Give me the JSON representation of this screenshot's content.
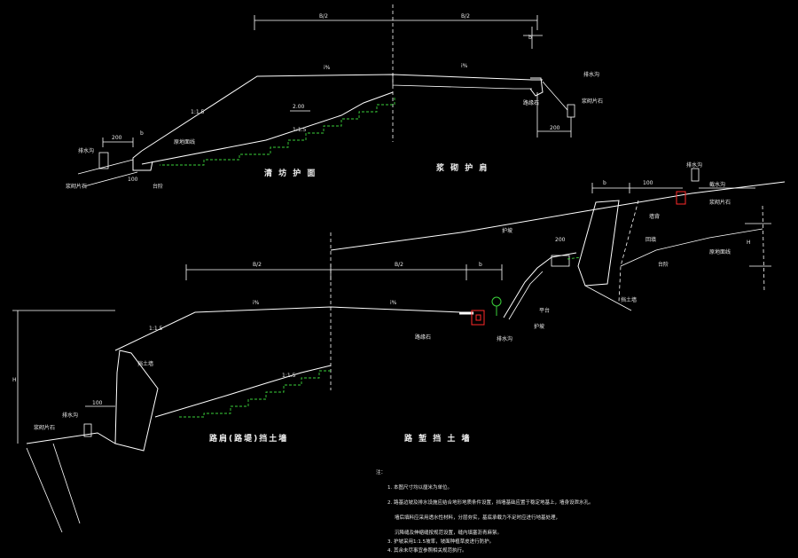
{
  "captions": {
    "top_left": "清 坊 护 面",
    "top_right": "浆 砌 护 肩",
    "bottom_left": "路肩(路堤)挡土墙",
    "bottom_right": "路 堑 挡 土 墙"
  },
  "dimensions": {
    "half_width_a": "B/2",
    "half_width_b": "B/2",
    "slope_pct_a": "i%",
    "slope_pct_b": "i%",
    "ratio_15": "1:1.5",
    "step": "2.00",
    "b": "b",
    "width_200": "200",
    "width_100": "100"
  },
  "labels": {
    "drain": "排水沟",
    "masonry": "浆砌片石",
    "wall": "挡土墙",
    "curb": "路缘石",
    "backfill": "回填",
    "bench": "台阶",
    "intercept": "截水沟",
    "slope_protect": "护坡",
    "ground_line": "原地面线",
    "wall_back": "墙背",
    "platform": "平台",
    "h_total": "H",
    "tree": "绿化"
  },
  "notes": {
    "heading": "注：",
    "n1": "1. 本图尺寸均以厘米为单位。",
    "n2a": "2. 路基边坡及排水设施应结合地形地质条件设置，挡墙基础应置于稳定地基上，墙身设泄水孔。",
    "n2b": "墙后填料应采用透水性材料，分层夯实，基底承载力不足时应进行地基处理，",
    "n2c": "沉降缝及伸缩缝按规范设置，缝内填塞沥青麻絮。",
    "n3": "3. 护坡采用1:1.5坡率，坡面种植草皮进行防护。",
    "n4": "4. 其余未尽事宜参照相关规范执行。"
  }
}
